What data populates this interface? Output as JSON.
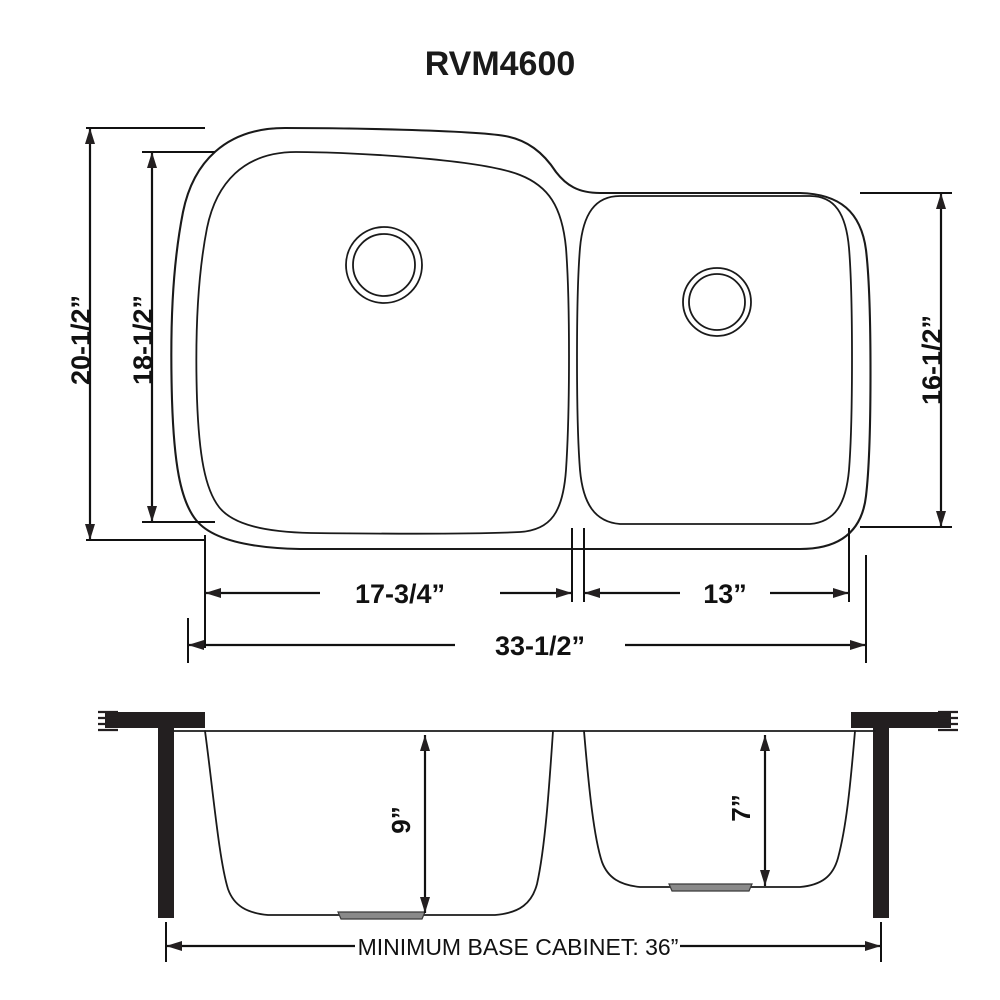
{
  "document": {
    "title": "RVM4600",
    "type": "sink-specification-drawing"
  },
  "top_view": {
    "label": "top-view",
    "dimensions": {
      "overall_height": "20-1/2”",
      "left_bowl_height": "18-1/2”",
      "right_bowl_height": "16-1/2”",
      "left_bowl_width": "17-3/4”",
      "right_bowl_width": "13”",
      "overall_width": "33-1/2”"
    },
    "drains": [
      {
        "name": "left-bowl-drain",
        "rings": 2
      },
      {
        "name": "right-bowl-drain",
        "rings": 2
      }
    ]
  },
  "section_view": {
    "label": "cross-section-view",
    "dimensions": {
      "left_bowl_depth": "9”",
      "right_bowl_depth": "7”",
      "base_cabinet": "MINIMUM BASE CABINET: 36”"
    }
  },
  "colors": {
    "line": "#1a1a1a",
    "fill_solid": "#231f20",
    "drain_plate": "#8a8a8a",
    "background": "#ffffff"
  },
  "chart_data": {
    "type": "table",
    "title": "RVM4600",
    "categories": [
      "Overall width",
      "Overall height",
      "Left bowl width",
      "Left bowl height",
      "Left bowl depth",
      "Right bowl width",
      "Right bowl height",
      "Right bowl depth",
      "Minimum base cabinet"
    ],
    "values": [
      "33-1/2”",
      "20-1/2”",
      "17-3/4”",
      "18-1/2”",
      "9”",
      "13”",
      "16-1/2”",
      "7”",
      "36”"
    ],
    "xlabel": "",
    "ylabel": "",
    "legend": []
  }
}
